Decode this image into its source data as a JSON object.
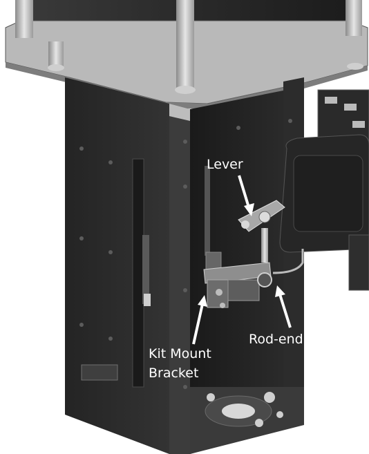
{
  "labels": {
    "lever": "Lever",
    "rod_end": "Rod-end",
    "kit_mount_line1": "Kit Mount",
    "kit_mount_line2": "Bracket"
  },
  "colors": {
    "background": "#ffffff",
    "body_dark": "#2a2a2a",
    "metal_light": "#b8b8b8",
    "label_text": "#ffffff"
  },
  "icons": {
    "arrow": "white-pointer-arrow"
  }
}
